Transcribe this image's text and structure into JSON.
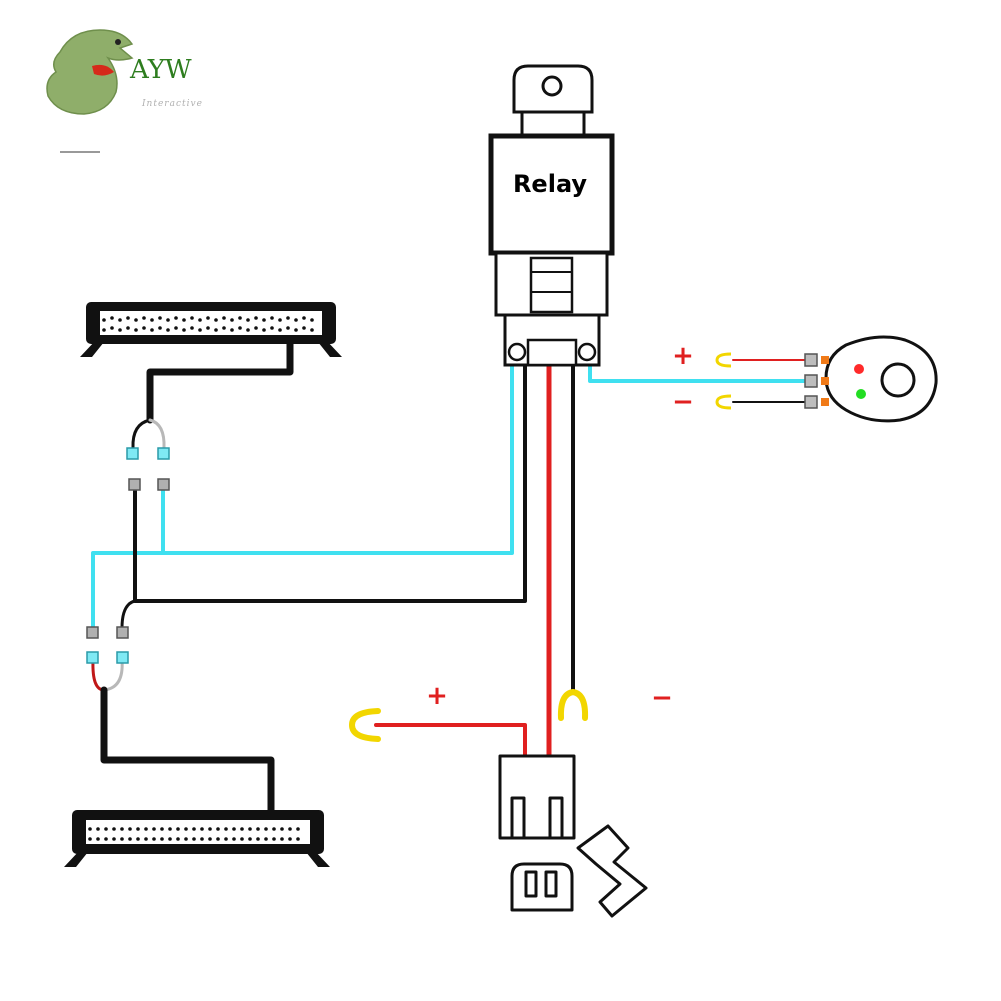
{
  "logo": {
    "text": "AYW",
    "subtext": "Interactive"
  },
  "relay": {
    "label": "Relay"
  },
  "switch_terminals": {
    "positive": "+",
    "negative": "−"
  },
  "power_terminals": {
    "positive": "+",
    "negative": "−"
  },
  "colors": {
    "wire_cyan": "#3fe0f0",
    "wire_red": "#e02020",
    "wire_black": "#111111",
    "connector_yellow": "#f2d600",
    "led_red": "#ff2a2a",
    "led_green": "#22dd22",
    "pin_orange": "#f07a18",
    "sign_red": "#e02020",
    "logo_green": "#2e7d1f"
  }
}
